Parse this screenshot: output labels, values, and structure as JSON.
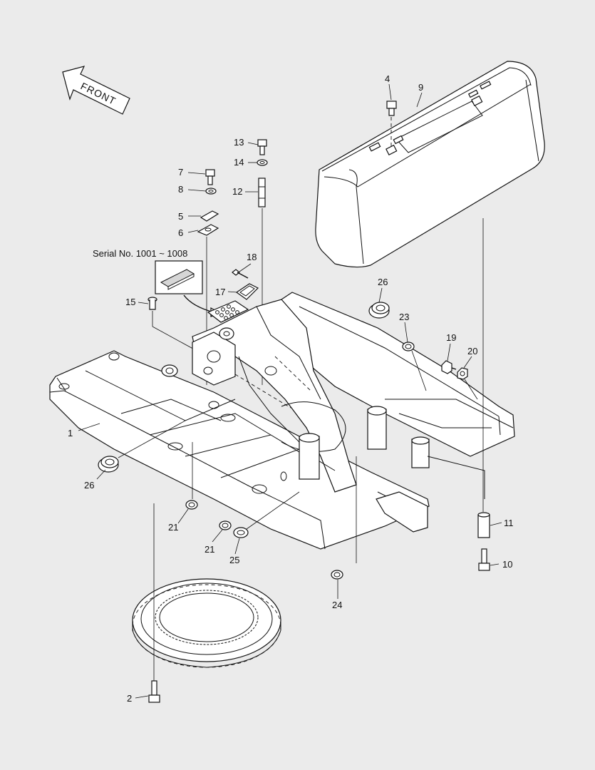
{
  "front_arrow": {
    "label": "FRONT"
  },
  "serial_note": {
    "text": "Serial No. 1001 ~ 1008"
  },
  "callouts": [
    {
      "id": "c1",
      "label": "1"
    },
    {
      "id": "c2",
      "label": "2"
    },
    {
      "id": "c4",
      "label": "4"
    },
    {
      "id": "c5",
      "label": "5"
    },
    {
      "id": "c6",
      "label": "6"
    },
    {
      "id": "c7",
      "label": "7"
    },
    {
      "id": "c8",
      "label": "8"
    },
    {
      "id": "c9",
      "label": "9"
    },
    {
      "id": "c10",
      "label": "10"
    },
    {
      "id": "c11",
      "label": "11"
    },
    {
      "id": "c12",
      "label": "12"
    },
    {
      "id": "c13",
      "label": "13"
    },
    {
      "id": "c14",
      "label": "14"
    },
    {
      "id": "c15",
      "label": "15"
    },
    {
      "id": "c17",
      "label": "17"
    },
    {
      "id": "c18",
      "label": "18"
    },
    {
      "id": "c19",
      "label": "19"
    },
    {
      "id": "c20",
      "label": "20"
    },
    {
      "id": "c21a",
      "label": "21"
    },
    {
      "id": "c21b",
      "label": "21"
    },
    {
      "id": "c23",
      "label": "23"
    },
    {
      "id": "c24",
      "label": "24"
    },
    {
      "id": "c25",
      "label": "25"
    },
    {
      "id": "c26a",
      "label": "26"
    },
    {
      "id": "c26b",
      "label": "26"
    }
  ]
}
